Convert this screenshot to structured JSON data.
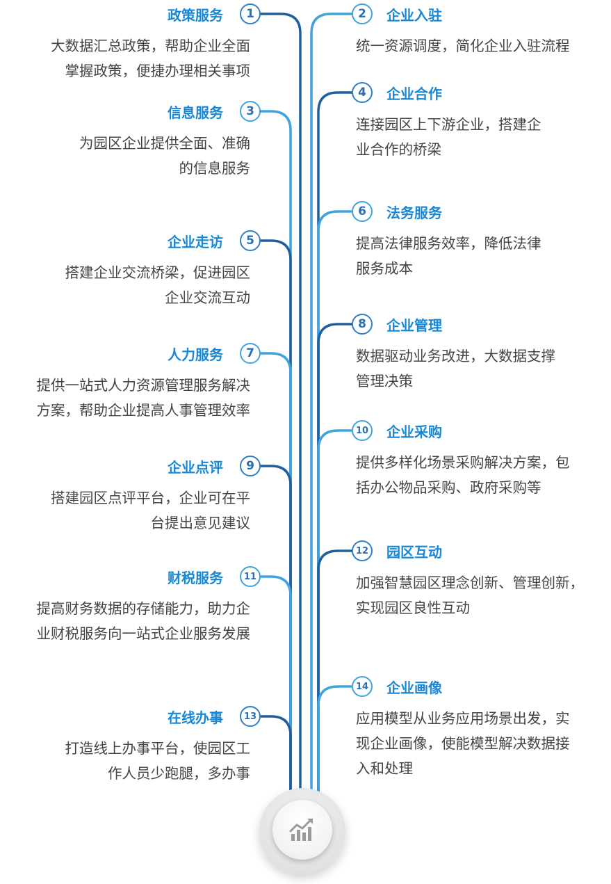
{
  "colors": {
    "dark_blue": "#1f5f9e",
    "light_blue": "#3ea3de",
    "title_blue": "#1787d6",
    "text_gray": "#444444"
  },
  "hub_icon": "bar-chart-trend-icon",
  "items": [
    {
      "num": "1",
      "title": "政策服务",
      "lines": [
        "大数据汇总政策，帮助企业全面",
        "掌握政策，便捷办理相关事项"
      ]
    },
    {
      "num": "2",
      "title": "企业入驻",
      "lines": [
        "统一资源调度，简化企业入驻流程"
      ]
    },
    {
      "num": "3",
      "title": "信息服务",
      "lines": [
        "为园区企业提供全面、准确",
        "的信息服务"
      ]
    },
    {
      "num": "4",
      "title": "企业合作",
      "lines": [
        "连接园区上下游企业，搭建企",
        "业合作的桥梁"
      ]
    },
    {
      "num": "5",
      "title": "企业走访",
      "lines": [
        "搭建企业交流桥梁，促进园区",
        "企业交流互动"
      ]
    },
    {
      "num": "6",
      "title": "法务服务",
      "lines": [
        "提高法律服务效率，降低法律",
        "服务成本"
      ]
    },
    {
      "num": "7",
      "title": "人力服务",
      "lines": [
        "提供一站式人力资源管理服务解决",
        "方案，帮助企业提高人事管理效率"
      ]
    },
    {
      "num": "8",
      "title": "企业管理",
      "lines": [
        "数据驱动业务改进，大数据支撑",
        "管理决策"
      ]
    },
    {
      "num": "9",
      "title": "企业点评",
      "lines": [
        "搭建园区点评平台，企业可在平",
        "台提出意见建议"
      ]
    },
    {
      "num": "10",
      "title": "企业采购",
      "lines": [
        "提供多样化场景采购解决方案，包",
        "括办公物品采购、政府采购等"
      ]
    },
    {
      "num": "11",
      "title": "财税服务",
      "lines": [
        "提高财务数据的存储能力，助力企",
        "业财税服务向一站式企业服务发展"
      ]
    },
    {
      "num": "12",
      "title": "园区互动",
      "lines": [
        "加强智慧园区理念创新、管理创新，",
        "实现园区良性互动"
      ]
    },
    {
      "num": "13",
      "title": "在线办事",
      "lines": [
        "打造线上办事平台，使园区工",
        "作人员少跑腿，多办事"
      ]
    },
    {
      "num": "14",
      "title": "企业画像",
      "lines": [
        "应用模型从业务应用场景出发，实",
        "现企业画像，使能模型解决数据接",
        "入和处理"
      ]
    }
  ]
}
